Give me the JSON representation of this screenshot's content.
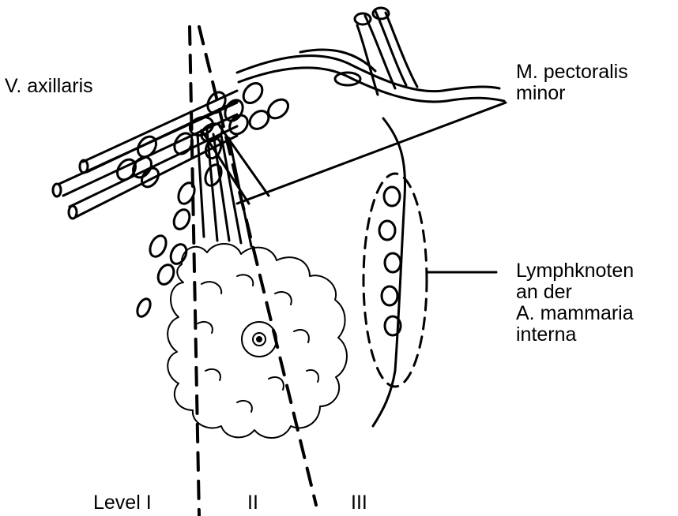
{
  "labels": {
    "vein": "V. axillaris",
    "muscle_line1": "M. pectoralis",
    "muscle_line2": "minor",
    "nodes_line1": "Lymphknoten",
    "nodes_line2": "an der",
    "nodes_line3": "A. mammaria",
    "nodes_line4": "interna",
    "level_1": "Level I",
    "level_2": "II",
    "level_3": "III"
  },
  "colors": {
    "ink": "#000000",
    "paper": "#ffffff"
  }
}
